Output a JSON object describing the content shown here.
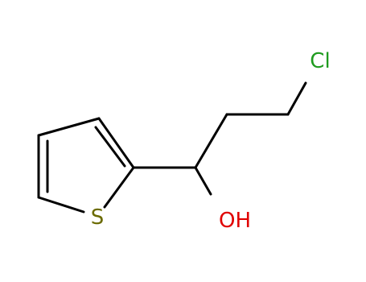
{
  "molecule": {
    "atoms": {
      "chlorine": {
        "label": "Cl",
        "color": "#1f9b1f"
      },
      "hydroxyl": {
        "label": "OH",
        "color": "#e00000"
      },
      "sulfur": {
        "label": "S",
        "color": "#6b6b00"
      }
    },
    "bond_color": "#000000"
  }
}
